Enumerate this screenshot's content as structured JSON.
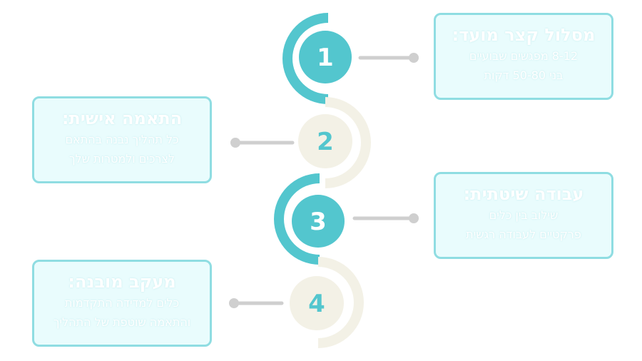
{
  "steps": [
    {
      "number": "1",
      "title": "מסלול קצר מועד:",
      "lines": [
        "8-12 מפגשים שבועיים",
        "בני 50-80 דקות"
      ]
    },
    {
      "number": "2",
      "title": "התאמה אישית:",
      "lines": [
        "כל תהליך נבנה בהתאם",
        "לצרכים ולמטרות שלך"
      ]
    },
    {
      "number": "3",
      "title": "עבודה שיטתית:",
      "lines": [
        "שילוב בין כלים",
        "פרקטיים לעבודה רגשית"
      ]
    },
    {
      "number": "4",
      "title": "מעקב מובנה:",
      "lines": [
        "כלים למדידה התקדמות",
        "והתאמה שוטפת של התהליך"
      ]
    }
  ],
  "colors": {
    "teal": "#53c6ce",
    "cream": "#f3f1e6",
    "card_bg": "#e9fcfd",
    "card_border": "#8fdde2",
    "connector": "#cfcfcf"
  }
}
